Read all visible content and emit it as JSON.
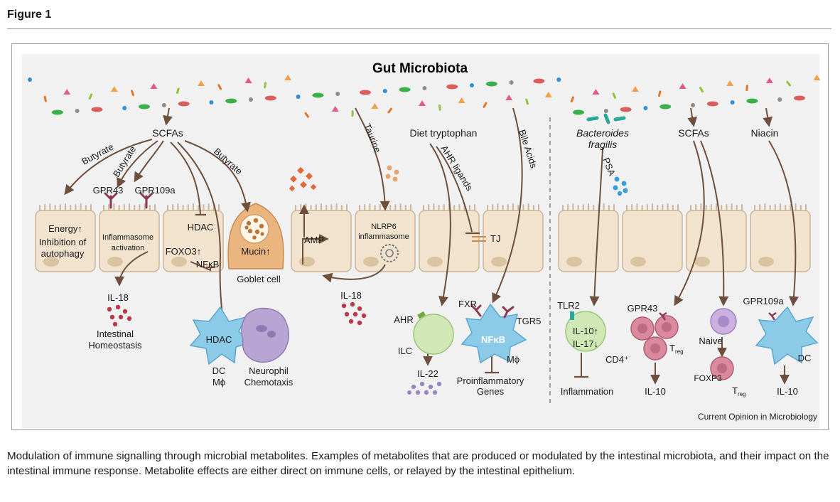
{
  "figure_label": "Figure 1",
  "title": "Gut Microbiota",
  "credit": "Current Opinion in Microbiology",
  "caption": "Modulation of immune signalling through microbial metabolites. Examples of metabolites that are produced or modulated by the intestinal microbiota, and their impact on the intestinal immune response. Metabolite effects are either direct on immune cells, or relayed by the intestinal epithelium.",
  "colors": {
    "arrow": "#6e4e3c",
    "panel": "#f1f1f1",
    "cell_fill": "#f1e3ce",
    "cell_stroke": "#ceb496",
    "nucleus": "#d9c3a0",
    "goblet": "#eab57e",
    "dc_blue": "#8ccbe8",
    "ilc_green": "#cfe8b5",
    "neutrophil": "#b9a5d3",
    "red_dots": "#b83a48",
    "purple_dots": "#9b86c4",
    "receptor": "#8b3a55",
    "pink_cell": "#d98a9e"
  },
  "labels": {
    "scfas_left": "SCFAs",
    "butyrate_1": "Butyrate",
    "butyrate_2": "Butyrate",
    "butyrate_3": "Butyrate",
    "gpr43_top": "GPR43",
    "gpr109a_top": "GPR109a",
    "energy": "Energy↑",
    "inhibition_1": "Inhibition of",
    "inhibition_2": "autophagy",
    "inflammasome_1": "Inflammasome",
    "inflammasome_2": "activation",
    "hdac_top": "HDAC",
    "foxo3": "FOXO3↑",
    "nfkb_left": "NFκB",
    "mucin": "Mucin↑",
    "goblet_cell": "Goblet cell",
    "il18_left": "IL-18",
    "intestinal_1": "Intestinal",
    "intestinal_2": "Homeostasis",
    "hdac_dc": "HDAC",
    "dc_1": "DC",
    "dc_2": "Mϕ",
    "neutrophil_1": "Neurophil",
    "neutrophil_2": "Chemotaxis",
    "taurine": "Taurine",
    "amp": "AMP",
    "nlrp6_1": "NLRP6",
    "nlrp6_2": "inflammasome",
    "il18_mid": "IL-18",
    "diet_trp": "Diet tryptophan",
    "ahr_ligands": "AHR ligands",
    "tj": "TJ",
    "bile_acids": "Bile Acids",
    "ahr": "AHR",
    "ilc": "ILC",
    "il22": "IL-22",
    "fxr": "FXR",
    "tgr5": "TGR5",
    "nfkb_mac": "NFκB",
    "mphi": "Mϕ",
    "proinflam_1": "Proinflammatory",
    "proinflam_2": "Genes",
    "bacteroides_1": "Bacteroides",
    "bacteroides_2": "fragilis",
    "psa": "PSA",
    "tlr2": "TLR2",
    "il10_up": "IL-10↑",
    "il17_down": "IL-17↓",
    "cd4": "CD4⁺",
    "inflammation": "Inflammation",
    "scfas_right": "SCFAs",
    "niacin": "Niacin",
    "gpr43_right": "GPR43",
    "treg_1": "T",
    "treg_1_sub": "reg",
    "il10_a": "IL-10",
    "naive": "Naive",
    "foxp3": "FOXP3",
    "treg_2": "T",
    "treg_2_sub": "reg",
    "gpr109a_right": "GPR109a",
    "dc_right": "DC",
    "il10_b": "IL-10"
  }
}
